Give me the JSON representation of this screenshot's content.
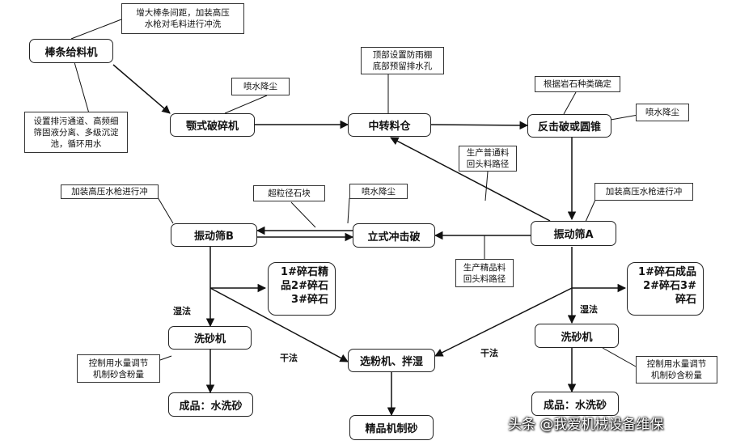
{
  "nodes": {
    "bar_feeder": "棒条给料机",
    "jaw_crusher": "颚式破碎机",
    "transfer_bin": "中转料仓",
    "impact_cone": "反击破或圆锥",
    "screen_b": "振动筛B",
    "vsi": "立式冲击破",
    "screen_a": "振动筛A",
    "washer_b": "洗砂机",
    "washer_a": "洗砂机",
    "powder_mixer": "选粉机、拌湿",
    "product_wash_b": "成品：水洗砂",
    "product_wash_a": "成品：水洗砂",
    "fine_sand": "精品机制砂"
  },
  "notes": {
    "feeder_top": [
      "增大棒条间距，加装高压",
      "水枪对毛料进行冲洗"
    ],
    "feeder_bottom": [
      "设置排污通道、高频细",
      "筛固液分离、多级沉淀",
      "池，循环用水"
    ],
    "jaw_dust": [
      "喷水降尘"
    ],
    "bin_top": [
      "顶部设置防雨棚",
      "底部预留排水孔"
    ],
    "rock_type": [
      "根据岩石种类确定"
    ],
    "impact_dust": [
      "喷水降尘"
    ],
    "normal_return": [
      "生产普通料",
      "回头料路径"
    ],
    "screen_b_water": [
      "加装高压水枪进行冲"
    ],
    "oversize": [
      "超粒径石块"
    ],
    "vsi_dust": [
      "喷水降尘"
    ],
    "screen_a_water": [
      "加装高压水枪进行冲"
    ],
    "fine_return": [
      "生产精品料",
      "回头料路径"
    ],
    "control_water_b": [
      "控制用水量调节",
      "机制砂含粉量"
    ],
    "control_water_a": [
      "控制用水量调节",
      "机制砂含粉量"
    ]
  },
  "products_b": [
    "1#碎石",
    "精品2#碎石",
    "3#碎石"
  ],
  "products_a": [
    "1#碎石",
    "成品2#碎石",
    "3#碎石"
  ],
  "labels": {
    "wet_b": "湿法",
    "dry_b": "干法",
    "wet_a": "湿法",
    "dry_a": "干法"
  },
  "watermark": "头条 @我爱机械设备维保"
}
